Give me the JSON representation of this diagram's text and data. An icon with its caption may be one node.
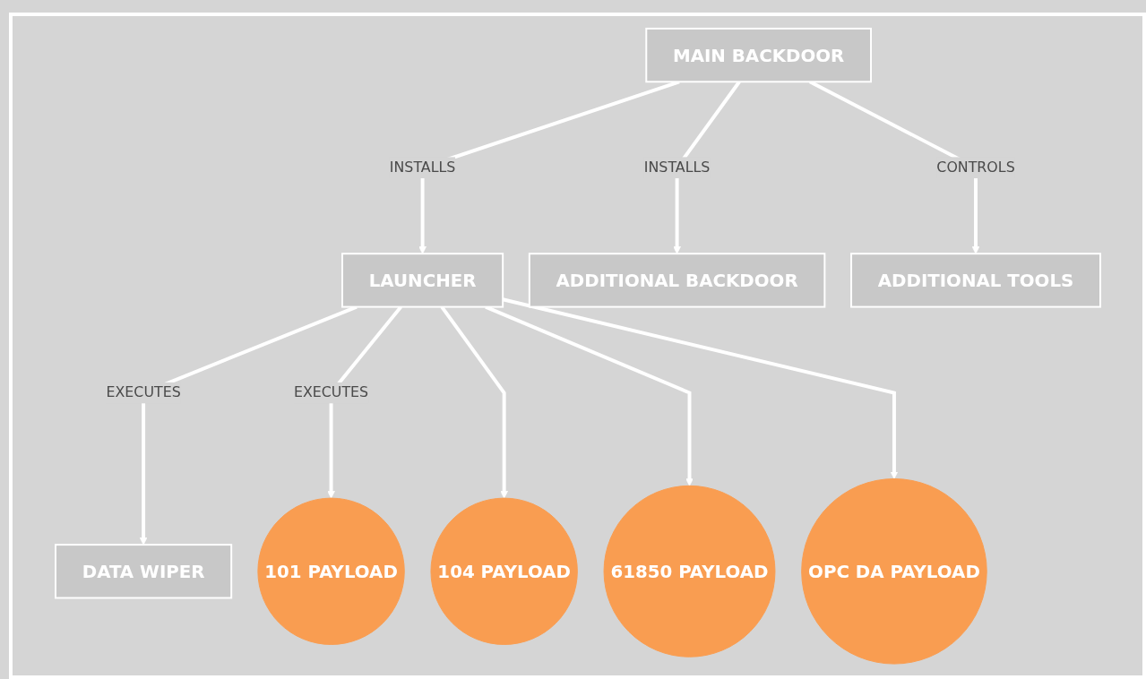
{
  "diagram": {
    "nodes": [
      {
        "text": [
          "MAIN BACKDOOR"
        ]
      },
      {
        "text": [
          "ADDITIONAL BACKDOOR"
        ]
      },
      {
        "text": [
          "ADDITIONAL TOOLS"
        ]
      },
      {
        "text": [
          "LAUNCHER"
        ]
      },
      {
        "text": [
          "DATA WIPER"
        ]
      },
      {
        "text": [
          "101 PAYLOAD"
        ]
      },
      {
        "text": [
          "104 PAYLOAD"
        ]
      },
      {
        "text": [
          "61850 PAYLOAD"
        ]
      },
      {
        "text": [
          "OPC DA PAYLOAD"
        ]
      }
    ],
    "edges": [
      {
        "from": 0,
        "to": 1,
        "arrow": "to",
        "label": "INSTALLS"
      },
      {
        "from": 0,
        "to": 2,
        "arrow": "to",
        "label": "CONTROLS"
      },
      {
        "from": 0,
        "to": 3,
        "arrow": "to",
        "label": "INSTALLS"
      },
      {
        "from": 3,
        "to": 4,
        "arrow": "to",
        "label": "EXECUTES"
      },
      {
        "from": 3,
        "to": 5,
        "arrow": "to",
        "label": "EXECUTES"
      },
      {
        "from": 3,
        "to": 6,
        "arrow": "to"
      },
      {
        "from": 3,
        "to": 7,
        "arrow": "to"
      },
      {
        "from": 3,
        "to": 8,
        "arrow": "to"
      }
    ]
  }
}
